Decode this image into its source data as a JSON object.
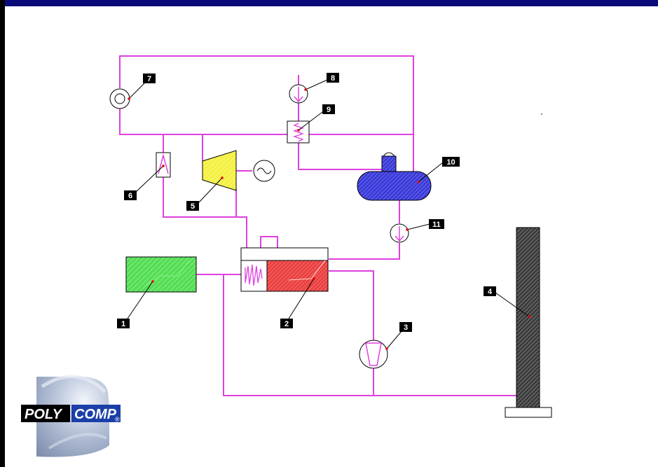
{
  "diagram": {
    "labels": {
      "n1": "1",
      "n2": "2",
      "n3": "3",
      "n4": "4",
      "n5": "5",
      "n6": "6",
      "n7": "7",
      "n8": "8",
      "n9": "9",
      "n10": "10",
      "n11": "11"
    },
    "colors": {
      "pipe": "#e040e0",
      "frame_top": "#0a0a7a",
      "frame_left": "#000000",
      "boiler_green": "#55dd55",
      "furnace_red": "#e84040",
      "turbine_yellow": "#f4f040",
      "tank_blue": "#3a3ad8",
      "stack_gray": "#3c3c3c",
      "badge": "#000000"
    }
  },
  "logo": {
    "part1": "POLY",
    "part2": "COMP",
    "mark": "®"
  }
}
